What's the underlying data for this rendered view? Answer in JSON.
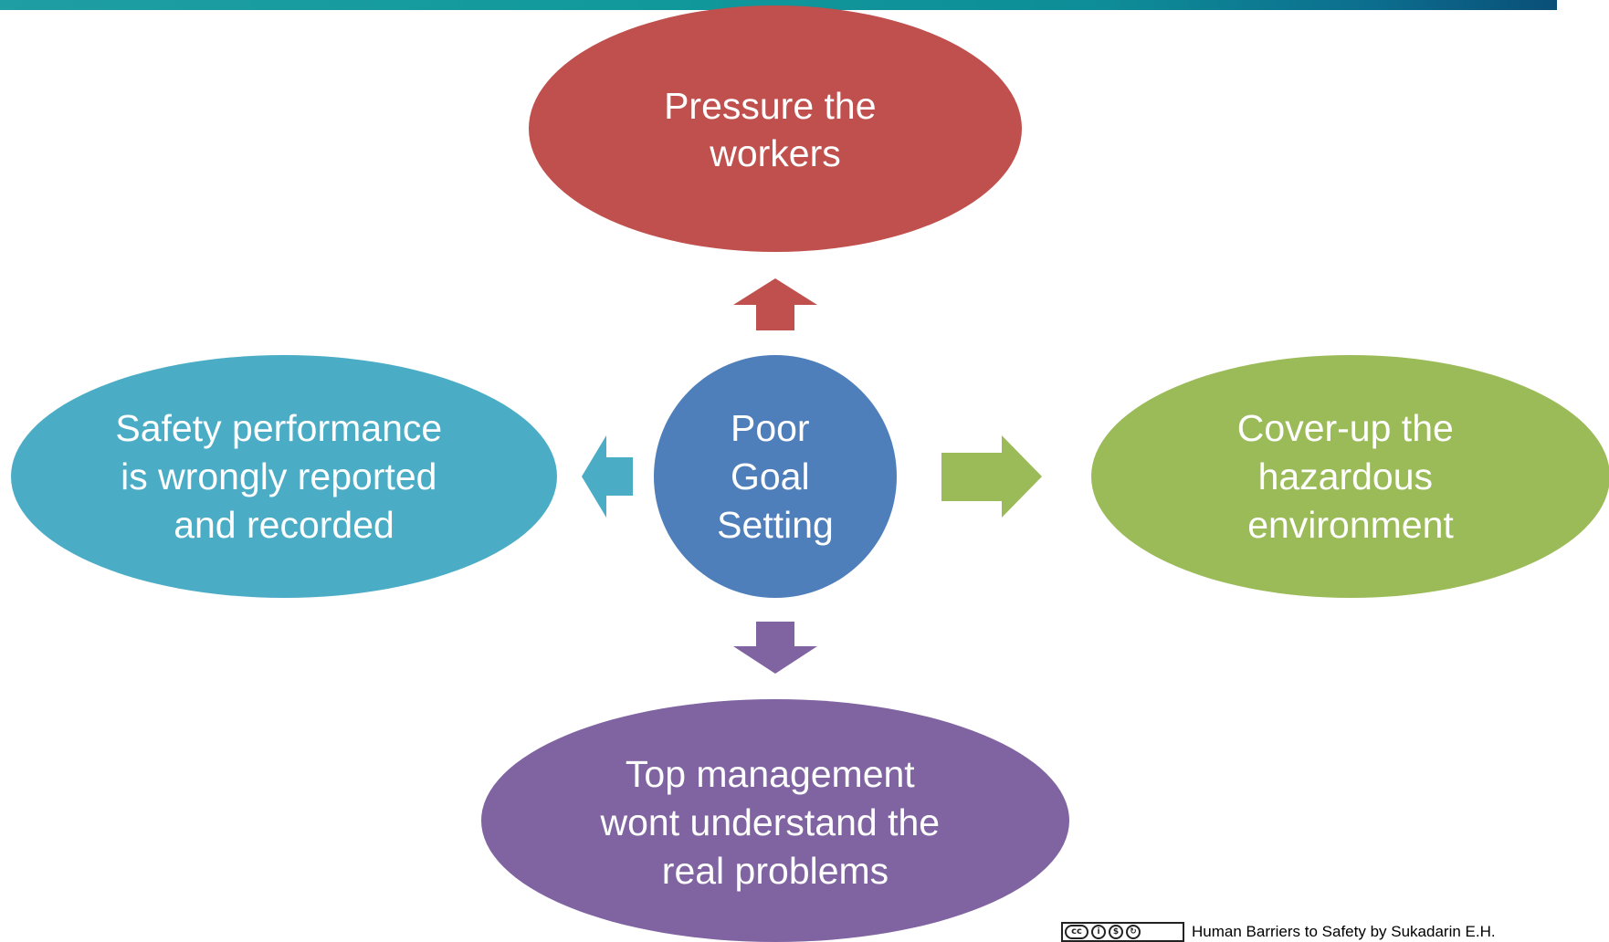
{
  "colors": {
    "center": "#4f7fba",
    "top": "#c0504d",
    "left": "#4bacc6",
    "right": "#9bbb59",
    "bottom": "#8064a2",
    "text": "#ffffff"
  },
  "center": {
    "lines": [
      "Poor",
      "Goal",
      "Setting"
    ]
  },
  "nodes": {
    "top": {
      "lines": [
        "Pressure the",
        "workers"
      ]
    },
    "left": {
      "lines": [
        "Safety performance",
        "is wrongly reported",
        "and  recorded"
      ]
    },
    "right": {
      "lines": [
        "Cover-up the",
        "hazardous",
        "environment"
      ]
    },
    "bottom": {
      "lines": [
        "Top management",
        "wont understand the",
        "real problems"
      ]
    }
  },
  "license": {
    "badge_icons": [
      "cc-icon",
      "by-icon",
      "nc-icon",
      "sa-icon"
    ],
    "text": "Human Barriers to Safety by Sukadarin E.H."
  }
}
